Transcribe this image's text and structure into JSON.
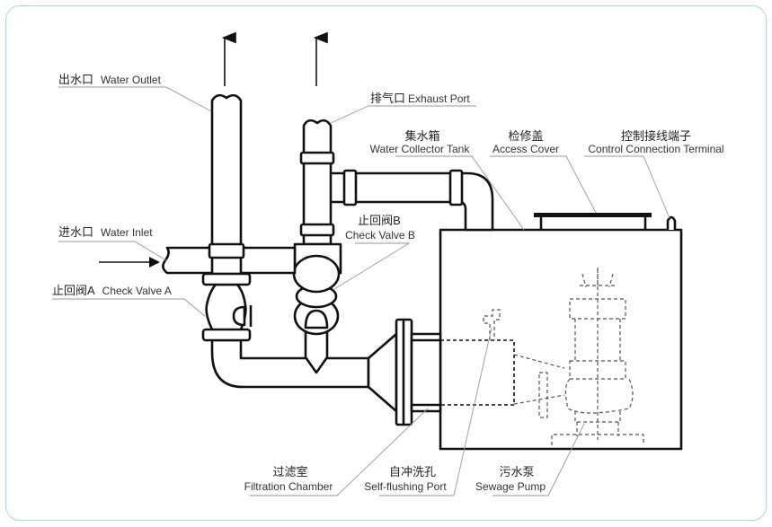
{
  "labels": {
    "water_outlet": {
      "zh": "出水口",
      "en": "Water Outlet"
    },
    "exhaust_port": {
      "zh": "排气口",
      "en": "Exhaust Port"
    },
    "water_collector_tank": {
      "zh": "集水箱",
      "en": "Water Collector Tank"
    },
    "access_cover": {
      "zh": "检修盖",
      "en": "Access Cover"
    },
    "control_terminal": {
      "zh": "控制接线端子",
      "en": "Control Connection Terminal"
    },
    "water_inlet": {
      "zh": "进水口",
      "en": "Water Inlet"
    },
    "check_valve_b": {
      "zh": "止回阀B",
      "en": "Check Valve B"
    },
    "check_valve_a": {
      "zh": "止回阀A",
      "en": "Check Valve A"
    },
    "filtration_chamber": {
      "zh": "过滤室",
      "en": "Filtration Chamber"
    },
    "self_flushing_port": {
      "zh": "自冲洗孔",
      "en": "Self-flushing Port"
    },
    "sewage_pump": {
      "zh": "污水泵",
      "en": "Sewage Pump"
    }
  },
  "colors": {
    "frame": "#a8d6e3",
    "lines": "#111111",
    "text": "#333333"
  }
}
